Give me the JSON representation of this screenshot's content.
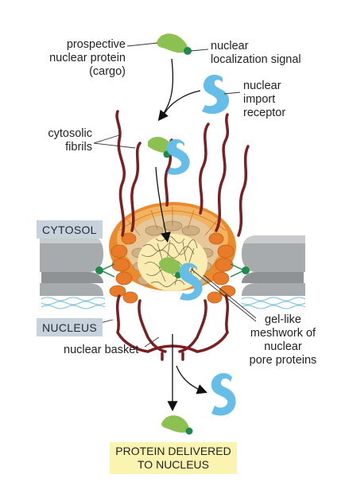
{
  "labels": {
    "cargo_line1": "prospective",
    "cargo_line2": "nuclear protein",
    "cargo_line3": "(cargo)",
    "nls_line1": "nuclear",
    "nls_line2": "localization signal",
    "receptor_line1": "nuclear",
    "receptor_line2": "import",
    "receptor_line3": "receptor",
    "fibrils_line1": "cytosolic",
    "fibrils_line2": "fibrils",
    "cytosol": "CYTOSOL",
    "nucleus": "NUCLEUS",
    "basket": "nuclear basket",
    "gel_line1": "gel-like",
    "gel_line2": "meshwork of",
    "gel_line3": "nuclear",
    "gel_line4": "pore proteins",
    "delivered_line1": "PROTEIN DELIVERED",
    "delivered_line2": "TO NUCLEUS"
  },
  "colors": {
    "cargo": "#8cc152",
    "nls": "#1f8a4c",
    "receptor": "#66bde8",
    "fibril": "#7a1f22",
    "envelope": "#a9acae",
    "pore_orange": "#ea8a2e",
    "pore_tan": "#d8b98a",
    "mesh": "#fbecb4",
    "label_box": "#c7d2dc",
    "delivered_box": "#fbf3b0"
  }
}
